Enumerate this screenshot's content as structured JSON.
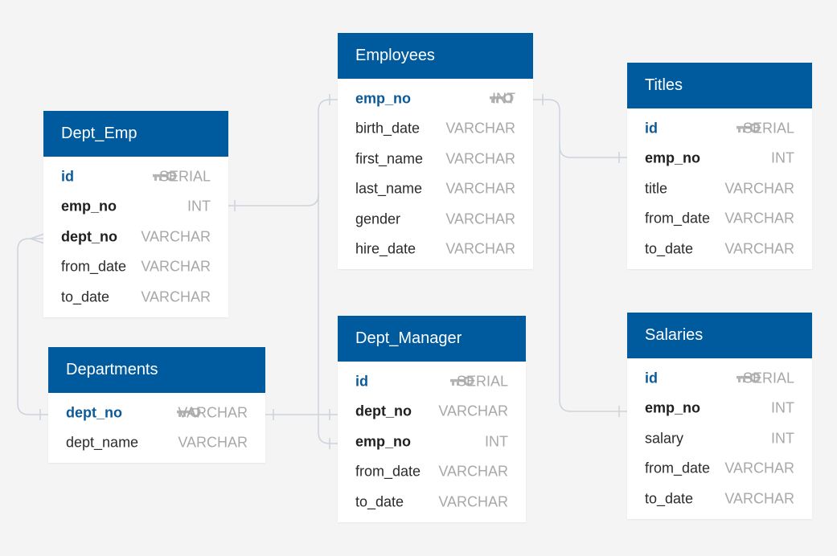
{
  "tables": {
    "employees": {
      "title": "Employees",
      "columns": [
        {
          "name": "emp_no",
          "type": "INT",
          "role": "pk"
        },
        {
          "name": "birth_date",
          "type": "VARCHAR",
          "role": ""
        },
        {
          "name": "first_name",
          "type": "VARCHAR",
          "role": ""
        },
        {
          "name": "last_name",
          "type": "VARCHAR",
          "role": ""
        },
        {
          "name": "gender",
          "type": "VARCHAR",
          "role": ""
        },
        {
          "name": "hire_date",
          "type": "VARCHAR",
          "role": ""
        }
      ]
    },
    "titles": {
      "title": "Titles",
      "columns": [
        {
          "name": "id",
          "type": "SERIAL",
          "role": "pk"
        },
        {
          "name": "emp_no",
          "type": "INT",
          "role": "fk"
        },
        {
          "name": "title",
          "type": "VARCHAR",
          "role": ""
        },
        {
          "name": "from_date",
          "type": "VARCHAR",
          "role": ""
        },
        {
          "name": "to_date",
          "type": "VARCHAR",
          "role": ""
        }
      ]
    },
    "dept_emp": {
      "title": "Dept_Emp",
      "columns": [
        {
          "name": "id",
          "type": "SERIAL",
          "role": "pk"
        },
        {
          "name": "emp_no",
          "type": "INT",
          "role": "fk"
        },
        {
          "name": "dept_no",
          "type": "VARCHAR",
          "role": "fk"
        },
        {
          "name": "from_date",
          "type": "VARCHAR",
          "role": ""
        },
        {
          "name": "to_date",
          "type": "VARCHAR",
          "role": ""
        }
      ]
    },
    "departments": {
      "title": "Departments",
      "columns": [
        {
          "name": "dept_no",
          "type": "VARCHAR",
          "role": "pk"
        },
        {
          "name": "dept_name",
          "type": "VARCHAR",
          "role": ""
        }
      ]
    },
    "dept_manager": {
      "title": "Dept_Manager",
      "columns": [
        {
          "name": "id",
          "type": "SERIAL",
          "role": "pk"
        },
        {
          "name": "dept_no",
          "type": "VARCHAR",
          "role": "fk"
        },
        {
          "name": "emp_no",
          "type": "INT",
          "role": "fk"
        },
        {
          "name": "from_date",
          "type": "VARCHAR",
          "role": ""
        },
        {
          "name": "to_date",
          "type": "VARCHAR",
          "role": ""
        }
      ]
    },
    "salaries": {
      "title": "Salaries",
      "columns": [
        {
          "name": "id",
          "type": "SERIAL",
          "role": "pk"
        },
        {
          "name": "emp_no",
          "type": "INT",
          "role": "fk"
        },
        {
          "name": "salary",
          "type": "INT",
          "role": ""
        },
        {
          "name": "from_date",
          "type": "VARCHAR",
          "role": ""
        },
        {
          "name": "to_date",
          "type": "VARCHAR",
          "role": ""
        }
      ]
    }
  },
  "colors": {
    "header": "#005a9e",
    "header_text": "#ffffff",
    "primary_key_text": "#0b5a98",
    "foreign_key_text": "#1f1f1f",
    "type_text": "#a8a8a8",
    "connector": "#cdd3dd",
    "background": "#f4f4f4"
  },
  "icons": {
    "primary_key": "key-icon"
  },
  "relationships": [
    {
      "from": "dept_emp.emp_no",
      "to": "employees.emp_no"
    },
    {
      "from": "dept_emp.dept_no",
      "to": "departments.dept_no"
    },
    {
      "from": "dept_manager.dept_no",
      "to": "departments.dept_no"
    },
    {
      "from": "dept_manager.emp_no",
      "to": "employees.emp_no"
    },
    {
      "from": "titles.emp_no",
      "to": "employees.emp_no"
    },
    {
      "from": "salaries.emp_no",
      "to": "employees.emp_no"
    }
  ]
}
